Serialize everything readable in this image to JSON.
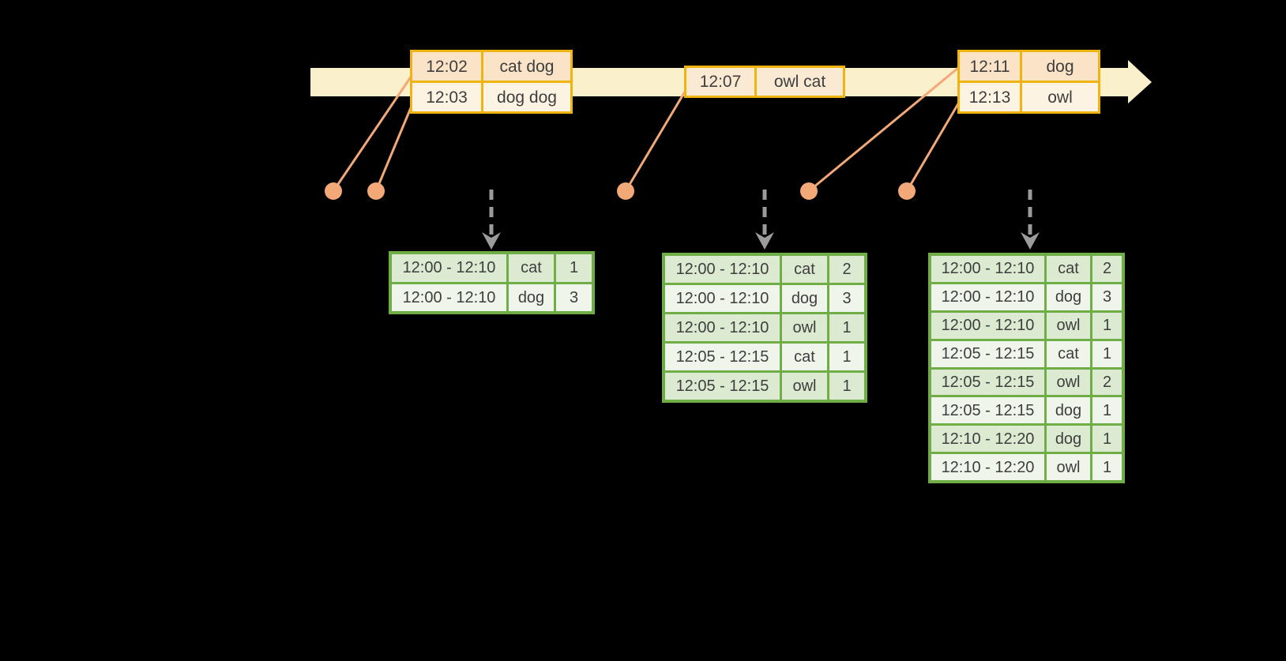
{
  "diagram": "streaming-windowed-word-count",
  "timeline": {
    "events": [
      {
        "rows": [
          {
            "time": "12:02",
            "words": "cat dog"
          },
          {
            "time": "12:03",
            "words": "dog dog"
          }
        ]
      },
      {
        "rows": [
          {
            "time": "12:07",
            "words": "owl cat"
          }
        ]
      },
      {
        "rows": [
          {
            "time": "12:11",
            "words": "dog"
          },
          {
            "time": "12:13",
            "words": "owl"
          }
        ]
      }
    ]
  },
  "events": [
    {
      "rows": [
        {
          "time": "12:02",
          "words": "cat dog"
        },
        {
          "time": "12:03",
          "words": "dog dog"
        }
      ]
    },
    {
      "rows": [
        {
          "time": "12:07",
          "words": "owl cat"
        }
      ]
    },
    {
      "rows": [
        {
          "time": "12:11",
          "words": "dog"
        },
        {
          "time": "12:13",
          "words": "owl"
        }
      ]
    }
  ],
  "tables": [
    {
      "rows": [
        [
          "12:00 - 12:10",
          "cat",
          "1"
        ],
        [
          "12:00 - 12:10",
          "dog",
          "3"
        ]
      ]
    },
    {
      "rows": [
        [
          "12:00 - 12:10",
          "cat",
          "2"
        ],
        [
          "12:00 - 12:10",
          "dog",
          "3"
        ],
        [
          "12:00 - 12:10",
          "owl",
          "1"
        ],
        [
          "12:05 - 12:15",
          "cat",
          "1"
        ],
        [
          "12:05 - 12:15",
          "owl",
          "1"
        ]
      ]
    },
    {
      "rows": [
        [
          "12:00 - 12:10",
          "cat",
          "2"
        ],
        [
          "12:00 - 12:10",
          "dog",
          "3"
        ],
        [
          "12:00 - 12:10",
          "owl",
          "1"
        ],
        [
          "12:05 - 12:15",
          "cat",
          "1"
        ],
        [
          "12:05 - 12:15",
          "owl",
          "2"
        ],
        [
          "12:05 - 12:15",
          "dog",
          "1"
        ],
        [
          "12:10 - 12:20",
          "dog",
          "1"
        ],
        [
          "12:10 - 12:20",
          "owl",
          "1"
        ]
      ]
    }
  ],
  "colors": {
    "background": "#000000",
    "timeline_band": "#FAF0CB",
    "event_box_border": "#F0B410",
    "event_row_dark": "#FAE3C6",
    "event_row_light": "#FDF3E3",
    "event_row_mid": "#FBEAD3",
    "dot_and_line": "#F2A877",
    "dashed_arrow": "#9B9B9B",
    "table_border": "#6FAD47",
    "table_row_dark": "#DCEAD2",
    "table_row_light": "#EFF5EB",
    "text": "#3E3E3E"
  }
}
